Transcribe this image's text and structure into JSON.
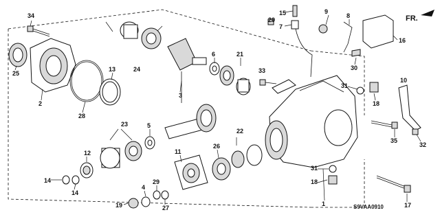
{
  "diagram": {
    "code": "S9VAA0910",
    "direction_label": "FR.",
    "callouts": {
      "c1": "1",
      "c2": "2",
      "c3": "3",
      "c4": "4",
      "c5": "5",
      "c6": "6",
      "c7": "7",
      "c8": "8",
      "c9": "9",
      "c10": "10",
      "c11": "11",
      "c12": "12",
      "c13": "13",
      "c14a": "14",
      "c14b": "14",
      "c15": "15",
      "c16": "16",
      "c17": "17",
      "c18a": "18",
      "c18b": "18",
      "c19": "19",
      "c20": "20",
      "c21": "21",
      "c22": "22",
      "c23": "23",
      "c24": "24",
      "c25": "25",
      "c26": "26",
      "c27": "27",
      "c28": "28",
      "c29": "29",
      "c30": "30",
      "c31a": "31",
      "c31b": "31",
      "c32": "32",
      "c33": "33",
      "c34": "34",
      "c35": "35"
    }
  }
}
